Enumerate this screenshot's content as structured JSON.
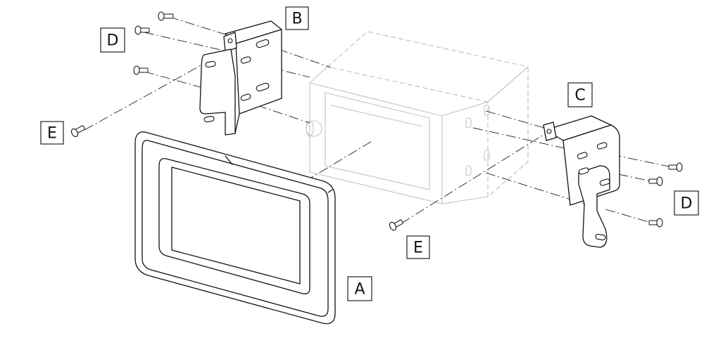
{
  "callouts": {
    "a": "A",
    "b": "B",
    "c": "C",
    "d_left": "D",
    "d_right": "D",
    "e_left": "E",
    "e_right": "E"
  }
}
